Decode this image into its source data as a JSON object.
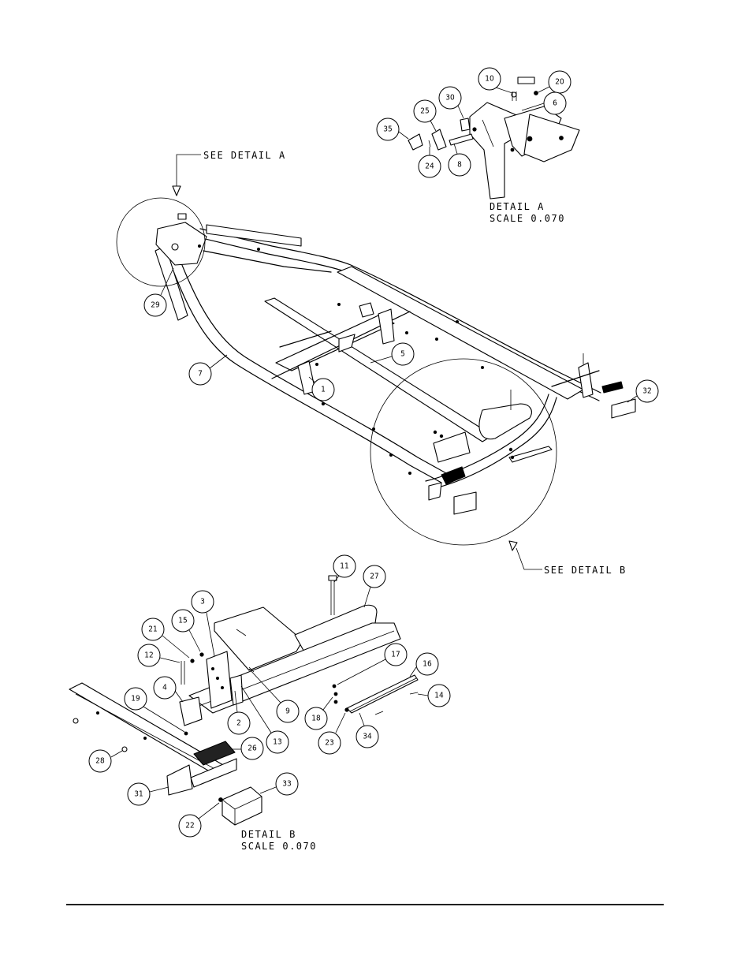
{
  "labels": {
    "see_detail_a": "SEE DETAIL A",
    "see_detail_b": "SEE DETAIL B",
    "detail_a_title": "DETAIL A",
    "detail_a_scale": "SCALE 0.070",
    "detail_b_title": "DETAIL B",
    "detail_b_scale": "SCALE 0.070"
  },
  "balloons": {
    "main": [
      "1",
      "5",
      "7",
      "29",
      "32"
    ],
    "detail_a": [
      "6",
      "8",
      "10",
      "20",
      "24",
      "25",
      "30",
      "35"
    ],
    "detail_b": [
      "2",
      "3",
      "4",
      "9",
      "11",
      "12",
      "13",
      "14",
      "15",
      "16",
      "17",
      "18",
      "19",
      "21",
      "22",
      "23",
      "26",
      "27",
      "28",
      "31",
      "33",
      "34"
    ]
  }
}
